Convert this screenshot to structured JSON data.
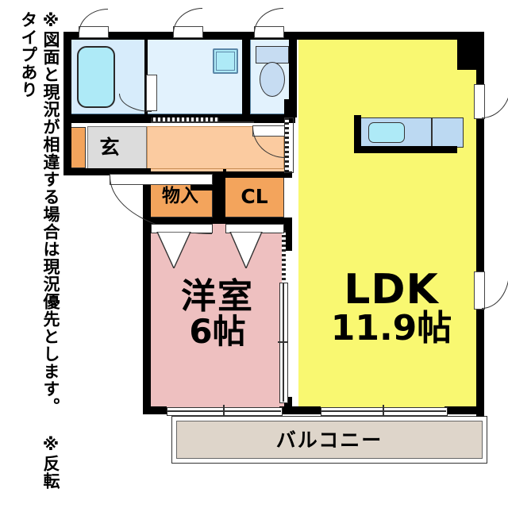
{
  "plan": {
    "type": "japanese-apartment-floorplan",
    "notes": {
      "line1": "※図面と現況が相違する場合は現況優先とします。",
      "line2": "※反転タイプあり"
    },
    "rooms": [
      {
        "key": "ldk",
        "label": "LDK",
        "size": "11.9帖",
        "color": "#f9f871"
      },
      {
        "key": "washitsu",
        "label": "洋室",
        "size": "6帖",
        "color": "#eec0c0"
      },
      {
        "key": "balcony",
        "label": "バルコニー",
        "size": "",
        "color": "#ded5ca"
      },
      {
        "key": "genkan",
        "label": "玄",
        "size": "",
        "color": "#dcdcdc"
      },
      {
        "key": "hall",
        "label": "",
        "size": "",
        "color": "#fbcba0"
      },
      {
        "key": "bath",
        "label": "",
        "size": "",
        "color": "#d7ecfb"
      },
      {
        "key": "washroom",
        "label": "",
        "size": "",
        "color": "#e2f2fd"
      },
      {
        "key": "toilet",
        "label": "",
        "size": "",
        "color": "#e2f2fd"
      }
    ],
    "storage": [
      {
        "key": "monoire",
        "label": "物入",
        "color": "#f3a45c"
      },
      {
        "key": "closet",
        "label": "CL",
        "color": "#f3a45c"
      },
      {
        "key": "shoebox",
        "label": "",
        "color": "#f3a45c"
      }
    ],
    "fixtures": [
      {
        "key": "bathtub",
        "name": "bathtub",
        "color": "#aeeaf7"
      },
      {
        "key": "sink-basin",
        "name": "wash-basin",
        "color": "#aeeaf7"
      },
      {
        "key": "toilet-bowl",
        "name": "toilet-bowl",
        "color": "#c6dcf2"
      },
      {
        "key": "kitchen",
        "name": "kitchen-counter",
        "color": "#bcd9f2"
      },
      {
        "key": "kitchen-sink",
        "name": "kitchen-sink",
        "color": "#aeeaf7"
      }
    ],
    "colors": {
      "wall": "#000000",
      "ldk": "#f9f871",
      "bedroom": "#eec0c0",
      "balcony": "#ded5ca",
      "hall": "#fbcba0",
      "genkan": "#dcdcdc",
      "storage": "#f3a45c",
      "water": "#e2f2fd",
      "bathwater": "#aeeaf7",
      "counter": "#bcd9f2"
    }
  }
}
